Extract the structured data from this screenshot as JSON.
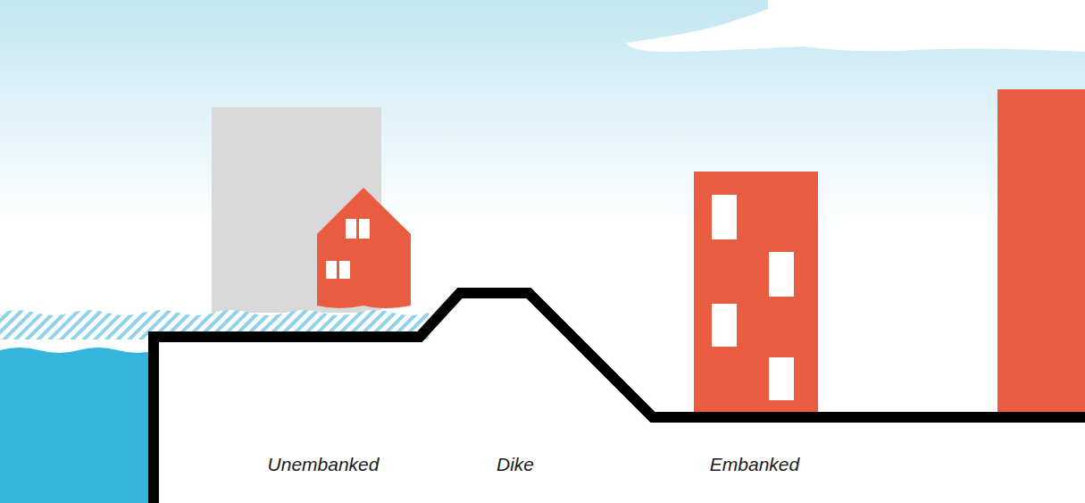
{
  "diagram": {
    "labels": [
      "Unembanked",
      "Dike",
      "Embanked"
    ]
  }
}
